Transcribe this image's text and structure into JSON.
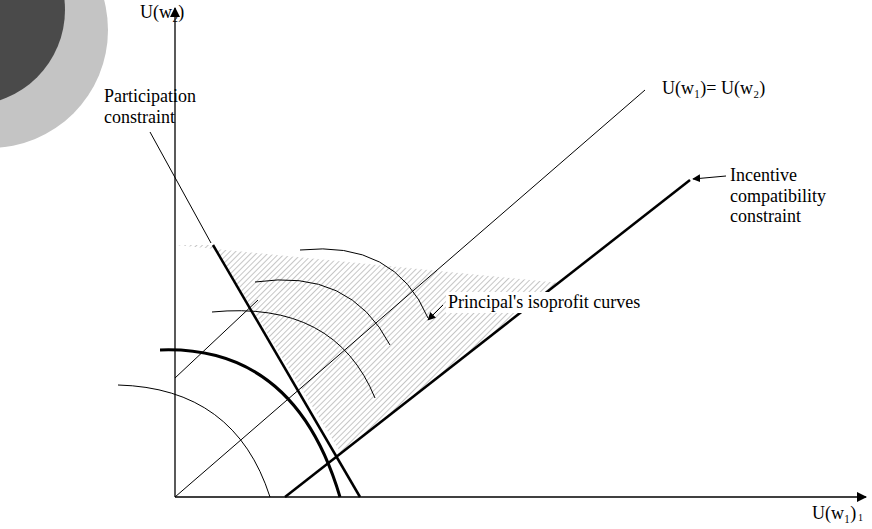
{
  "diagram": {
    "labels": [
      "U(w₂)",
      "U(w₁)",
      "U(w₁)= U(w₂)",
      "Participation constraint",
      "Principal's isoprofit curves",
      "Incentive compatibility constraint",
      "1"
    ]
  }
}
